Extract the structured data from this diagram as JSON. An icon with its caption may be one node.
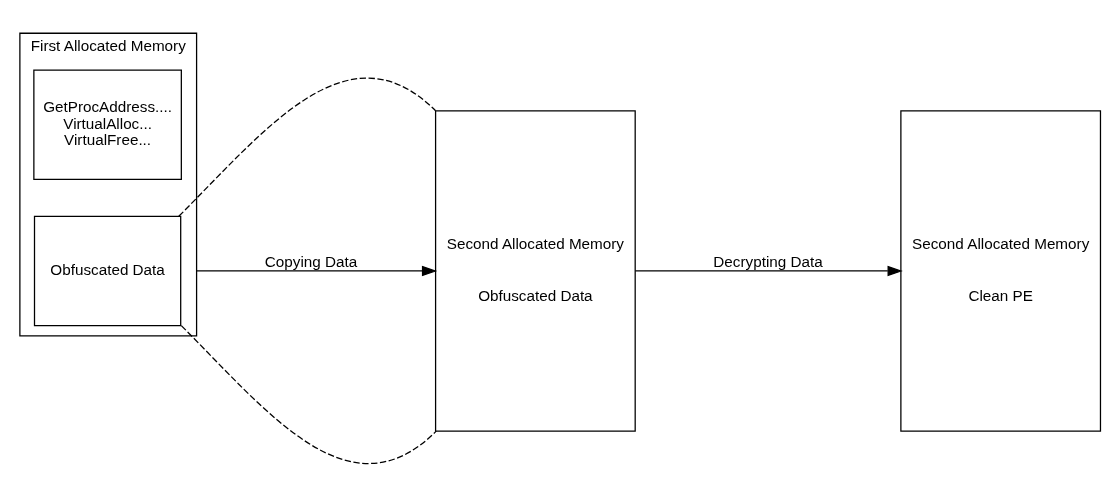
{
  "diagram": {
    "nodes": [
      {
        "text": [
          "First Allocated Memory"
        ]
      },
      {
        "text": [
          "GetProcAddress.... VirtualAlloc... VirtualFree..."
        ],
        "in": 0
      },
      {
        "text": [
          "Obfuscated Data"
        ],
        "in": 0
      },
      {
        "text": [
          "Second Allocated Memory",
          "Obfuscated Data"
        ]
      },
      {
        "text": [
          "Second Allocated Memory",
          "Clean PE"
        ]
      }
    ],
    "edges": [
      {
        "from": 2,
        "to": 3,
        "arrow": "none",
        "style": "dashed"
      },
      {
        "from": 2,
        "to": 3,
        "arrow": "none",
        "style": "dashed"
      },
      {
        "from": 0,
        "to": 3,
        "arrow": "to",
        "label": "Copying Data"
      },
      {
        "from": 3,
        "to": 4,
        "arrow": "to",
        "label": "Decrypting Data"
      }
    ]
  }
}
